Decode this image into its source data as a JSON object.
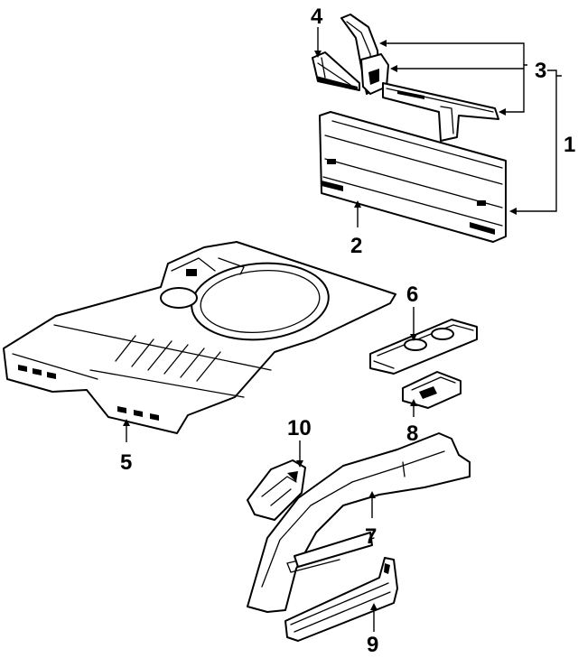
{
  "callouts": {
    "c1": "1",
    "c2": "2",
    "c3": "3",
    "c4": "4",
    "c5": "5",
    "c6": "6",
    "c7": "7",
    "c8": "8",
    "c9": "9",
    "c10": "10"
  },
  "colors": {
    "ink": "#000000",
    "paper": "#ffffff"
  },
  "parts_icons": [
    "rear-body-panel-icon",
    "upper-panel-brace-icon",
    "corner-gusset-icon",
    "rear-floor-pan-icon",
    "support-bracket-icon",
    "wheelhouse-icon",
    "small-bracket-icon",
    "lower-extension-icon",
    "mount-bracket-icon"
  ]
}
